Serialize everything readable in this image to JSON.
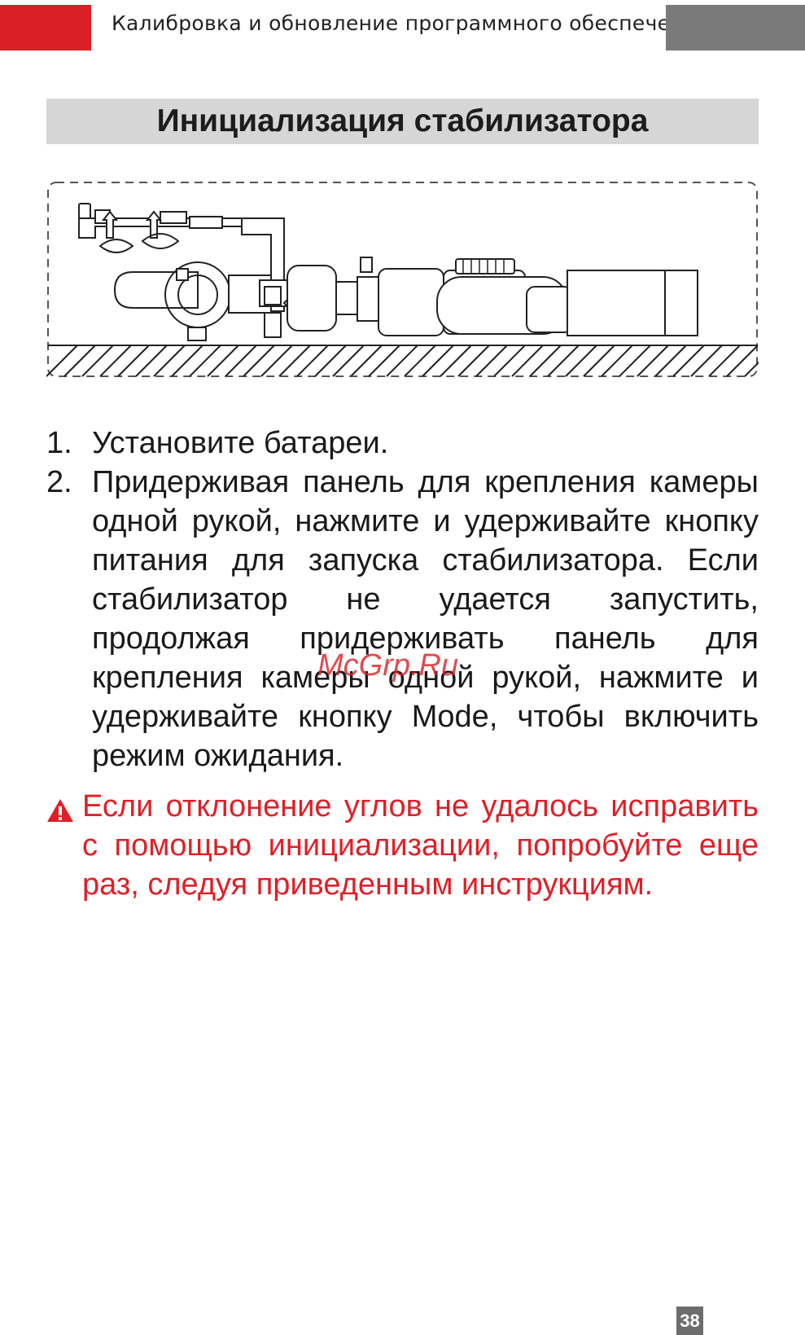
{
  "header": {
    "title": "Калибровка и обновление программного обеспечения"
  },
  "section": {
    "title": "Инициализация стабилизатора"
  },
  "steps": [
    {
      "num": "1.",
      "text": "Установите батареи."
    },
    {
      "num": "2.",
      "text": "Придерживая панель для крепления камеры одной рукой, нажмите и удерживайте кнопку питания для запуска стабилизатора. Если стабилизатор не удается запустить, продолжая придерживать панель для крепления камеры одной рукой, нажмите и удерживайте кнопку Mode, чтобы включить режим ожидания."
    }
  ],
  "warning": {
    "icon": "warning-triangle-icon",
    "text": "Если отклонение углов не удалось исправить с помощью инициализации, попробуйте еще раз, следуя приведенным инструкциям."
  },
  "watermark": "McGrp.Ru",
  "page_number": "38",
  "colors": {
    "accent": "#d92027",
    "band": "#d6d6d6",
    "warning_text": "#e01f26"
  }
}
